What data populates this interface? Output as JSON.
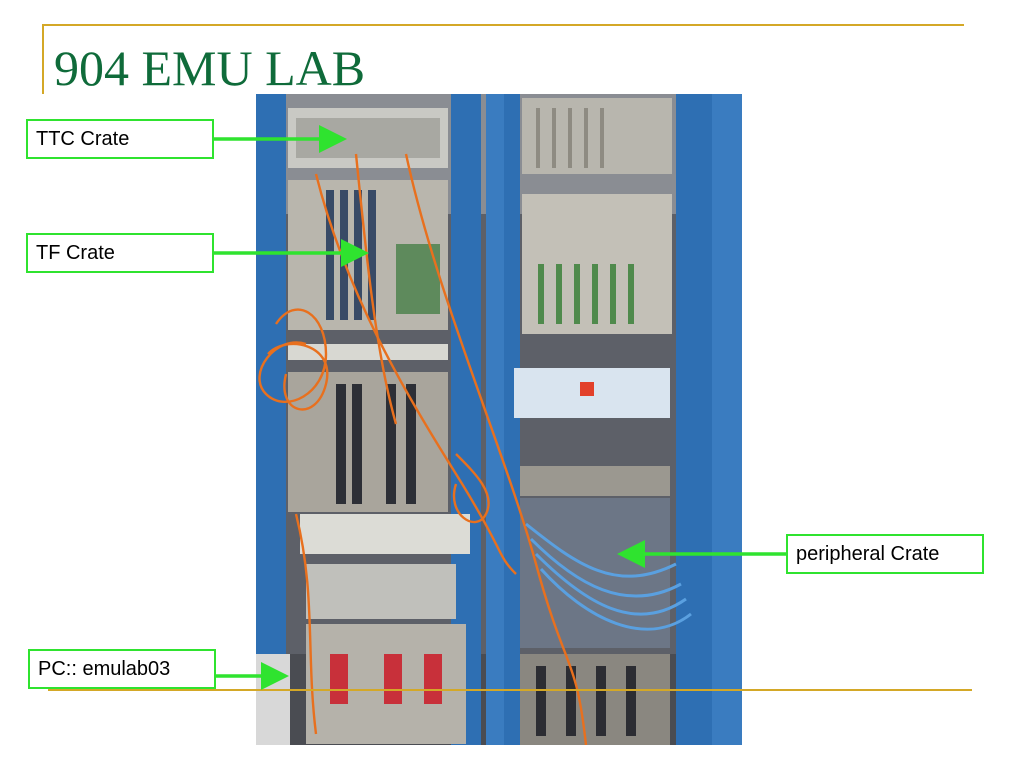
{
  "slide": {
    "title": "904 EMU LAB",
    "colors": {
      "title": "#0f6b3a",
      "rule": "#d4a827",
      "callout_border": "#2fe32f",
      "arrow": "#2fe32f"
    }
  },
  "photo": {
    "subject": "equipment-racks-photo"
  },
  "callouts": {
    "ttc": "TTC Crate",
    "tf": "TF Crate",
    "peripheral": "peripheral Crate",
    "pc": "PC:: emulab03"
  }
}
